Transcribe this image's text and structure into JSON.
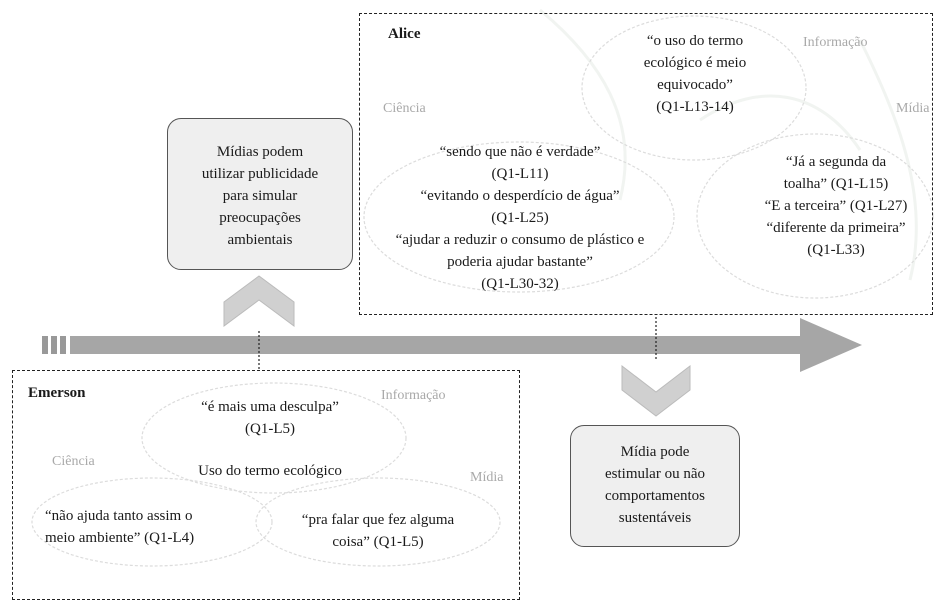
{
  "alice": {
    "name": "Alice",
    "categories": {
      "informacao": "Informação",
      "ciencia": "Ciência",
      "midia": "Mídia"
    },
    "quote_info": [
      "“o uso do termo",
      "ecológico é meio",
      "equivocado”",
      "(Q1-L13-14)"
    ],
    "quote_ciencia": [
      "“sendo que não é verdade”",
      "(Q1-L11)",
      "“evitando o desperdício de água”",
      "(Q1-L25)",
      "“ajudar a reduzir o consumo de plástico e",
      "poderia ajudar bastante”",
      "(Q1-L30-32)"
    ],
    "quote_midia": [
      "“Já a segunda da",
      "toalha” (Q1-L15)",
      "“E a terceira” (Q1-L27)",
      "“diferente da primeira”",
      "(Q1-L33)"
    ]
  },
  "emerson": {
    "name": "Emerson",
    "categories": {
      "informacao": "Informação",
      "ciencia": "Ciência",
      "midia": "Mídia"
    },
    "quote_info": [
      "“é mais uma desculpa”",
      "(Q1-L5)"
    ],
    "center_label": "Uso do termo ecológico",
    "quote_ciencia": [
      "“não ajuda tanto assim o",
      "meio ambiente” (Q1-L4)"
    ],
    "quote_midia": [
      "“pra falar que fez alguma",
      "coisa” (Q1-L5)"
    ]
  },
  "callout_top": [
    "Mídias podem",
    "utilizar publicidade",
    "para simular",
    "preocupações",
    "ambientais"
  ],
  "callout_bottom": [
    "Mídia pode",
    "estimular ou não",
    "comportamentos",
    "sustentáveis"
  ]
}
